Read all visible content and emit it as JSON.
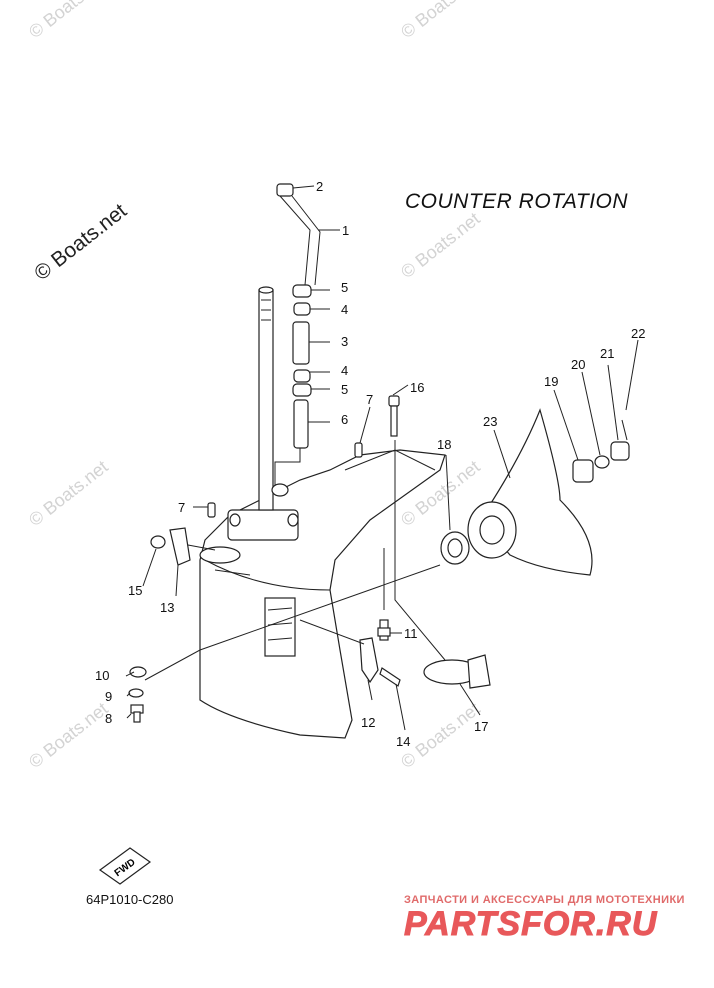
{
  "title": "COUNTER  ROTATION",
  "diagram_code": "64P1010-C280",
  "watermark": "© Boats.net",
  "fwd_label": "FWD",
  "brand": {
    "tagline": "ЗАПЧАСТИ И АКСЕССУАРЫ ДЛЯ МОТОТЕХНИКИ",
    "name": "PARTSFOR.RU"
  },
  "callouts": [
    "1",
    "2",
    "3",
    "4",
    "4",
    "5",
    "5",
    "6",
    "7",
    "7",
    "8",
    "9",
    "10",
    "11",
    "12",
    "13",
    "14",
    "15",
    "16",
    "17",
    "18",
    "19",
    "20",
    "21",
    "22",
    "23"
  ],
  "colors": {
    "line": "#222222",
    "watermark": "#d3d3d3",
    "brand": "#e8585a"
  }
}
